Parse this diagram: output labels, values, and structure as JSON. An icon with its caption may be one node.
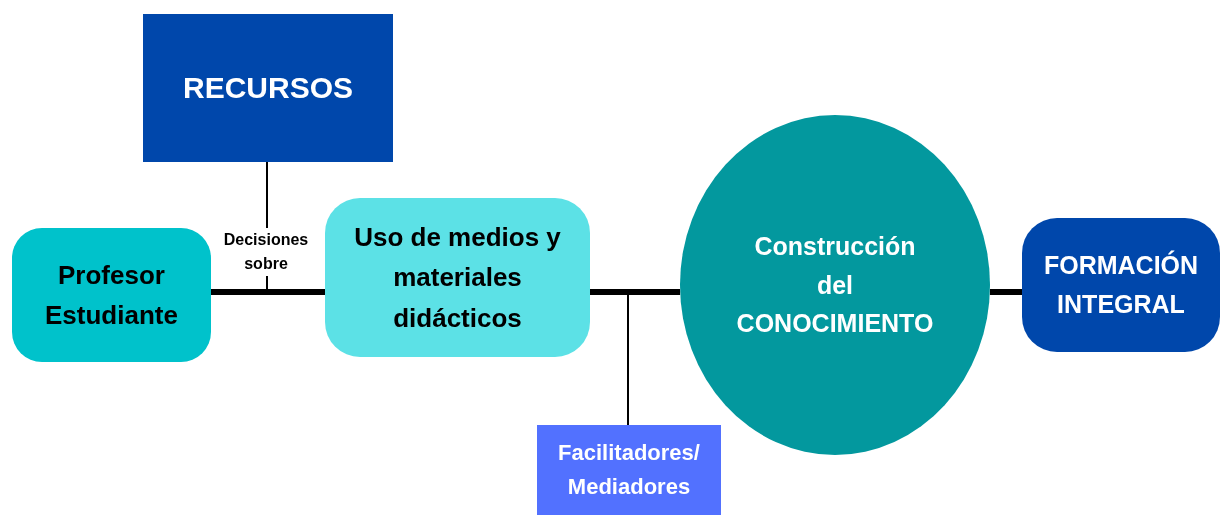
{
  "diagram": {
    "nodes": [
      {
        "text": [
          "RECURSOS"
        ]
      },
      {
        "text": [
          "Profesor Estudiante"
        ]
      },
      {
        "text": [
          "Uso de medios y materiales didácticos"
        ]
      },
      {
        "text": [
          "Construcción del CONOCIMIENTO"
        ]
      },
      {
        "text": [
          "FORMACIÓN INTEGRAL"
        ]
      },
      {
        "text": [
          "Facilitadores/ Mediadores"
        ]
      }
    ],
    "edges": [
      {
        "from": 1,
        "to": 2,
        "arrow": "none",
        "label": "Decisiones sobre"
      },
      {
        "from": 2,
        "to": 3,
        "arrow": "none"
      },
      {
        "from": 3,
        "to": 4,
        "arrow": "none"
      },
      {
        "from": 0,
        "to": 2,
        "arrow": "none"
      },
      {
        "from": 5,
        "to": 3,
        "arrow": "none"
      }
    ]
  }
}
